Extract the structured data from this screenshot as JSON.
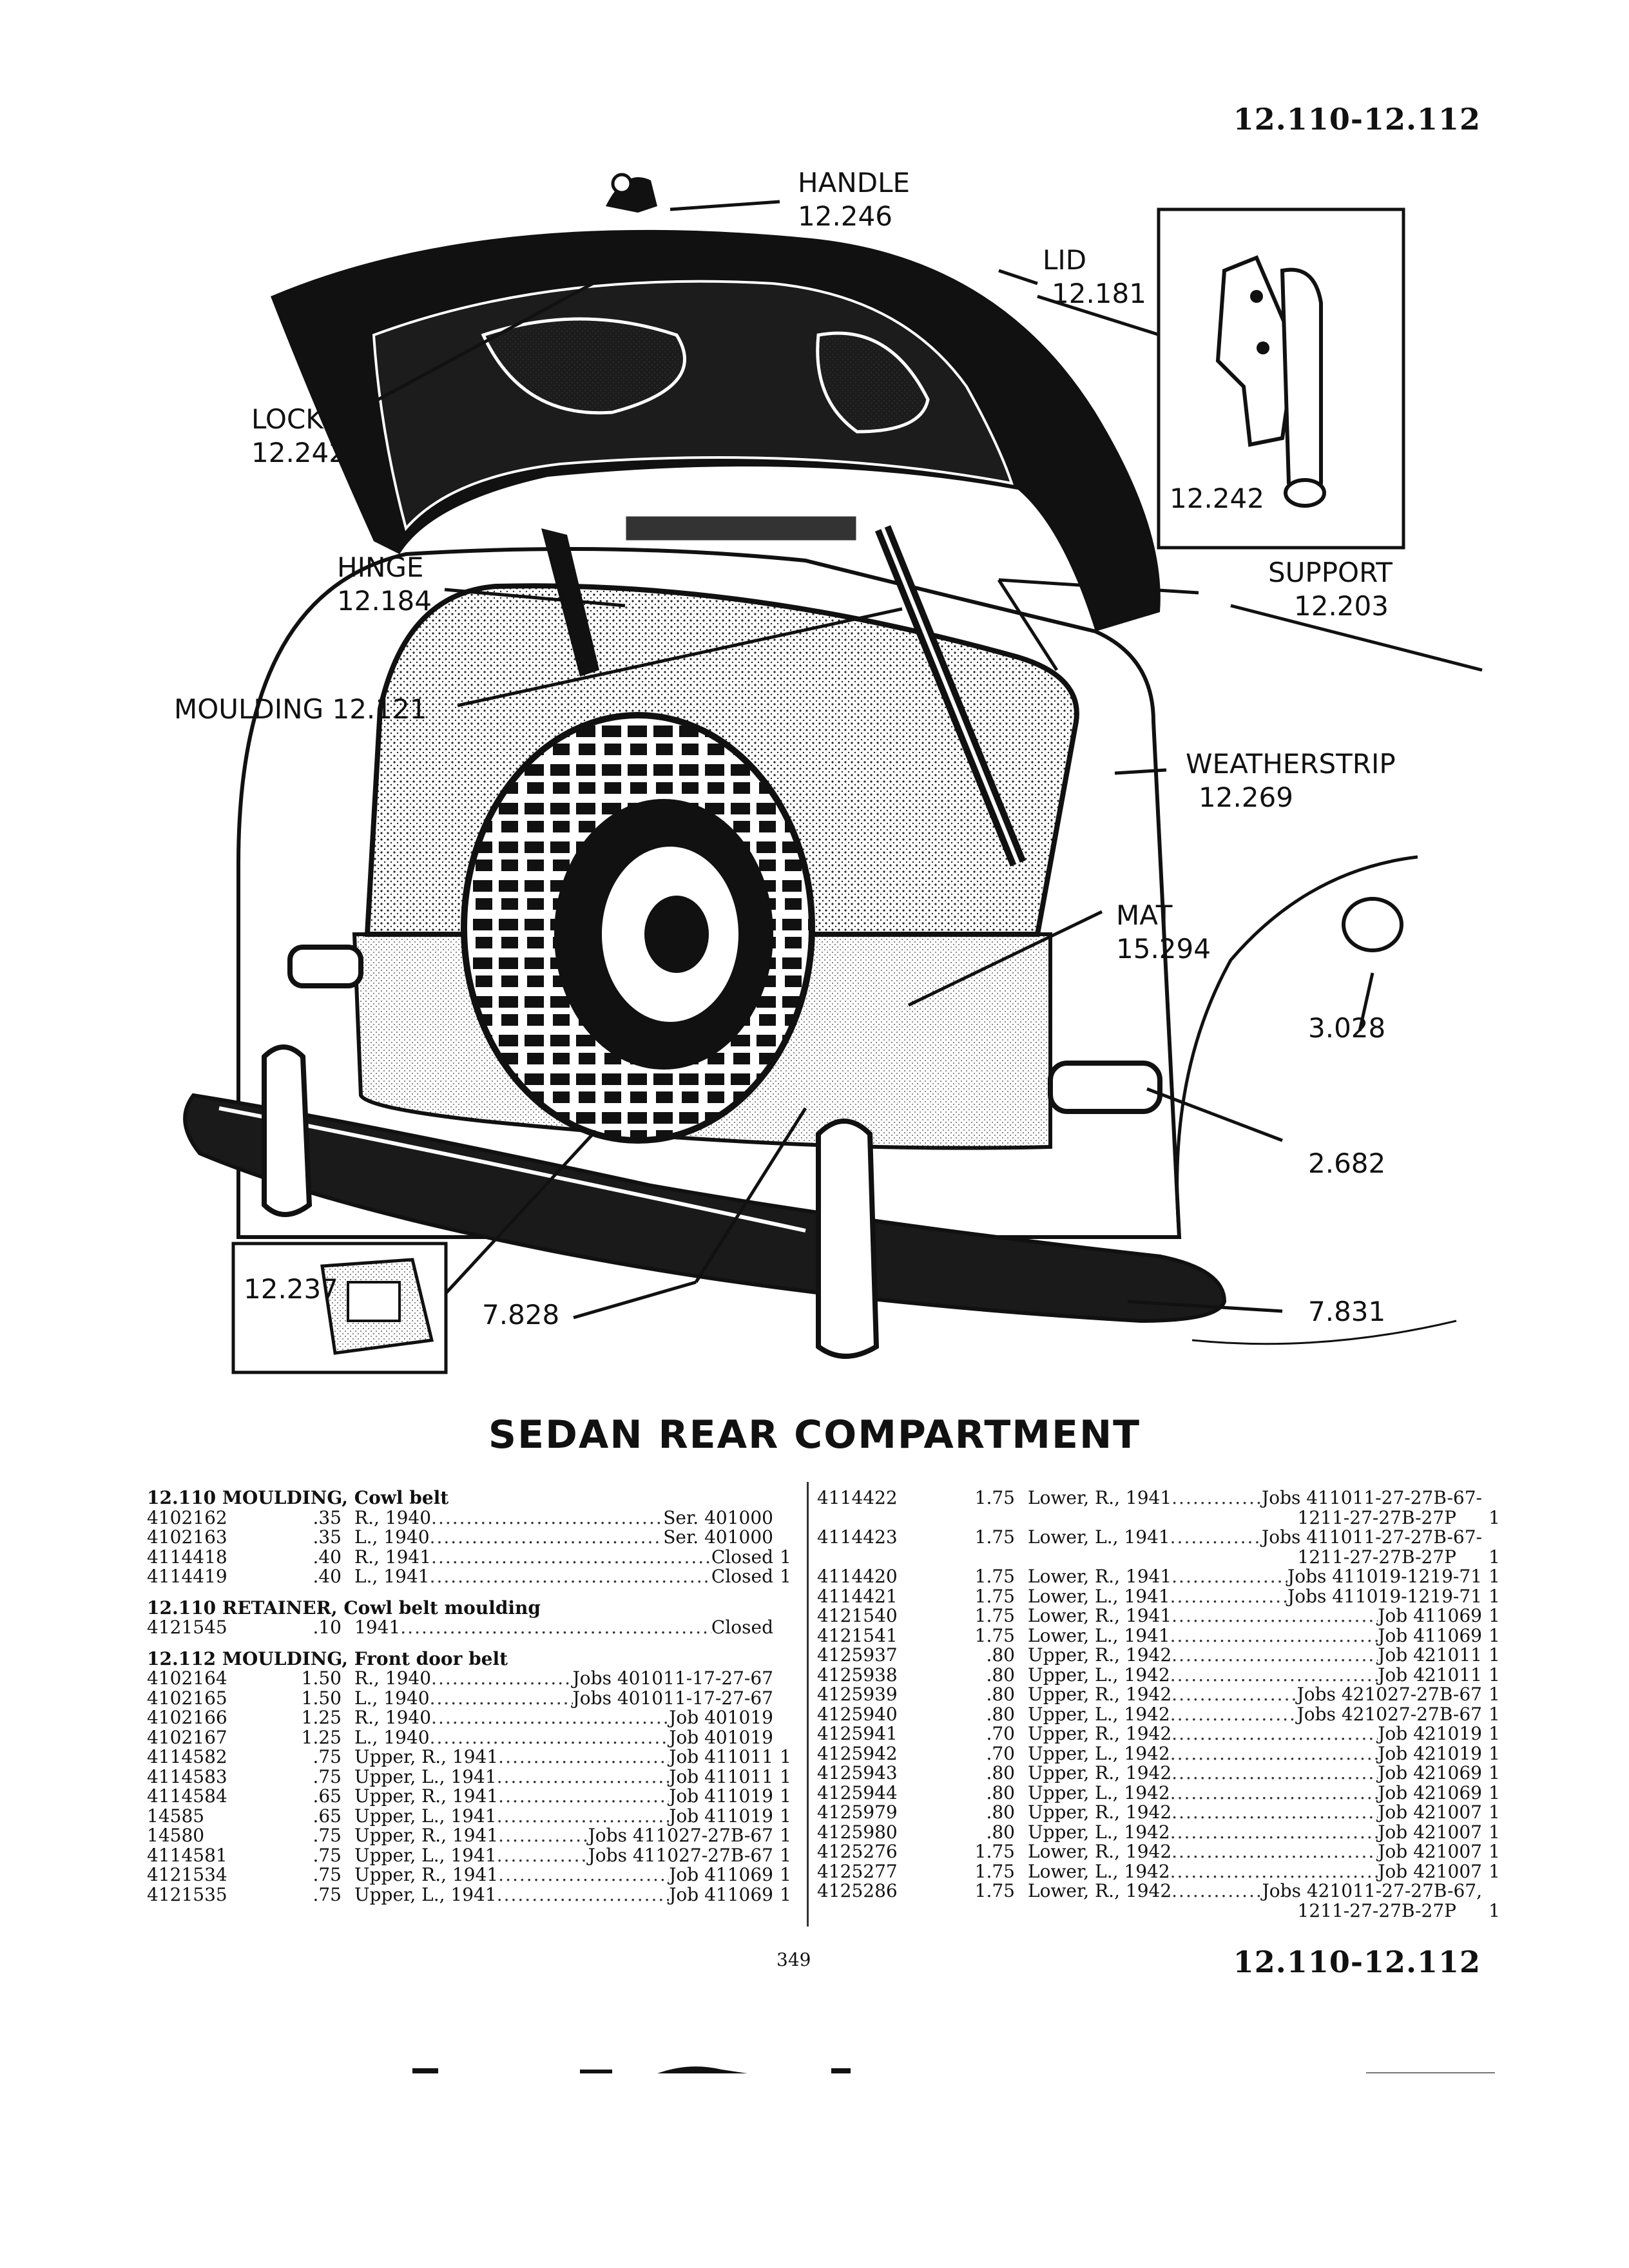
{
  "header": {
    "range_top": "12.110-12.112",
    "range_bottom": "12.110-12.112",
    "page_number": "349"
  },
  "figure": {
    "title": "SEDAN REAR COMPARTMENT",
    "callouts": {
      "handle": {
        "name": "HANDLE",
        "num": "12.246"
      },
      "lid": {
        "name": "LID",
        "num": "12.181"
      },
      "lock": {
        "name": "LOCK",
        "num": "12.242"
      },
      "hinge": {
        "name": "HINGE",
        "num": "12.184"
      },
      "moulding": {
        "text": "MOULDING 12.121"
      },
      "support": {
        "name": "SUPPORT",
        "num": "12.203"
      },
      "weatherstrip": {
        "name": "WEATHERSTRIP",
        "num": "12.269"
      },
      "mat": {
        "name": "MAT",
        "num": "15.294"
      },
      "lamp": {
        "num": "3.028"
      },
      "tail": {
        "num": "2.682"
      },
      "bumper_r": {
        "num": "7.831"
      },
      "bumper_l": {
        "num": "7.828"
      },
      "inset_lock": {
        "num": "12.242"
      },
      "inset_bumper": {
        "num": "12.237"
      }
    }
  },
  "left_column": [
    {
      "section": "12.110",
      "title": "MOULDING, Cowl belt",
      "rows": [
        {
          "pn": "4102162",
          "price": ".35",
          "desc": "R., 1940",
          "ref": "Ser. 401000",
          "qty": ""
        },
        {
          "pn": "4102163",
          "price": ".35",
          "desc": "L., 1940",
          "ref": "Ser. 401000",
          "qty": ""
        },
        {
          "pn": "4114418",
          "price": ".40",
          "desc": "R., 1941",
          "ref": "Closed",
          "qty": "1"
        },
        {
          "pn": "4114419",
          "price": ".40",
          "desc": "L., 1941",
          "ref": "Closed",
          "qty": "1"
        }
      ]
    },
    {
      "section": "12.110",
      "title": "RETAINER, Cowl belt moulding",
      "rows": [
        {
          "pn": "4121545",
          "price": ".10",
          "desc": "1941",
          "ref": "Closed",
          "qty": ""
        }
      ]
    },
    {
      "section": "12.112",
      "title": "MOULDING, Front door belt",
      "rows": [
        {
          "pn": "4102164",
          "price": "1.50",
          "desc": "R., 1940",
          "ref": "Jobs 401011-17-27-67",
          "qty": ""
        },
        {
          "pn": "4102165",
          "price": "1.50",
          "desc": "L., 1940",
          "ref": "Jobs 401011-17-27-67",
          "qty": ""
        },
        {
          "pn": "4102166",
          "price": "1.25",
          "desc": "R., 1940",
          "ref": "Job 401019",
          "qty": ""
        },
        {
          "pn": "4102167",
          "price": "1.25",
          "desc": "L., 1940",
          "ref": "Job 401019",
          "qty": ""
        },
        {
          "pn": "4114582",
          "price": ".75",
          "desc": "Upper, R., 1941",
          "ref": "Job 411011",
          "qty": "1"
        },
        {
          "pn": "4114583",
          "price": ".75",
          "desc": "Upper, L., 1941",
          "ref": "Job 411011",
          "qty": "1"
        },
        {
          "pn": "4114584",
          "price": ".65",
          "desc": "Upper, R., 1941",
          "ref": "Job 411019",
          "qty": "1"
        },
        {
          "pn": "14585",
          "price": ".65",
          "desc": "Upper, L., 1941",
          "ref": "Job 411019",
          "qty": "1"
        },
        {
          "pn": "14580",
          "price": ".75",
          "desc": "Upper, R., 1941",
          "ref": "Jobs 411027-27B-67",
          "qty": "1"
        },
        {
          "pn": "4114581",
          "price": ".75",
          "desc": "Upper, L., 1941",
          "ref": "Jobs 411027-27B-67",
          "qty": "1"
        },
        {
          "pn": "4121534",
          "price": ".75",
          "desc": "Upper, R., 1941",
          "ref": "Job 411069",
          "qty": "1"
        },
        {
          "pn": "4121535",
          "price": ".75",
          "desc": "Upper, L., 1941",
          "ref": "Job 411069",
          "qty": "1"
        }
      ]
    }
  ],
  "right_column": [
    {
      "pn": "4114422",
      "price": "1.75",
      "desc": "Lower, R., 1941",
      "ref": "Jobs 411011-27-27B-67-",
      "cont": "1211-27-27B-27P",
      "qty": "1"
    },
    {
      "pn": "4114423",
      "price": "1.75",
      "desc": "Lower, L., 1941",
      "ref": "Jobs 411011-27-27B-67-",
      "cont": "1211-27-27B-27P",
      "qty": "1"
    },
    {
      "pn": "4114420",
      "price": "1.75",
      "desc": "Lower, R., 1941",
      "ref": "Jobs 411019-1219-71",
      "qty": "1"
    },
    {
      "pn": "4114421",
      "price": "1.75",
      "desc": "Lower, L., 1941",
      "ref": "Jobs 411019-1219-71",
      "qty": "1"
    },
    {
      "pn": "4121540",
      "price": "1.75",
      "desc": "Lower, R., 1941",
      "ref": "Job 411069",
      "qty": "1"
    },
    {
      "pn": "4121541",
      "price": "1.75",
      "desc": "Lower, L., 1941",
      "ref": "Job 411069",
      "qty": "1"
    },
    {
      "pn": "4125937",
      "price": ".80",
      "desc": "Upper, R., 1942",
      "ref": "Job 421011",
      "qty": "1"
    },
    {
      "pn": "4125938",
      "price": ".80",
      "desc": "Upper, L., 1942",
      "ref": "Job 421011",
      "qty": "1"
    },
    {
      "pn": "4125939",
      "price": ".80",
      "desc": "Upper, R., 1942",
      "ref": "Jobs 421027-27B-67",
      "qty": "1"
    },
    {
      "pn": "4125940",
      "price": ".80",
      "desc": "Upper, L., 1942",
      "ref": "Jobs 421027-27B-67",
      "qty": "1"
    },
    {
      "pn": "4125941",
      "price": ".70",
      "desc": "Upper, R., 1942",
      "ref": "Job 421019",
      "qty": "1"
    },
    {
      "pn": "4125942",
      "price": ".70",
      "desc": "Upper, L., 1942",
      "ref": "Job 421019",
      "qty": "1"
    },
    {
      "pn": "4125943",
      "price": ".80",
      "desc": "Upper, R., 1942",
      "ref": "Job 421069",
      "qty": "1"
    },
    {
      "pn": "4125944",
      "price": ".80",
      "desc": "Upper, L., 1942",
      "ref": "Job 421069",
      "qty": "1"
    },
    {
      "pn": "4125979",
      "price": ".80",
      "desc": "Upper, R., 1942",
      "ref": "Job 421007",
      "qty": "1"
    },
    {
      "pn": "4125980",
      "price": ".80",
      "desc": "Upper, L., 1942",
      "ref": "Job 421007",
      "qty": "1"
    },
    {
      "pn": "4125276",
      "price": "1.75",
      "desc": "Lower, R., 1942",
      "ref": "Job 421007",
      "qty": "1"
    },
    {
      "pn": "4125277",
      "price": "1.75",
      "desc": "Lower, L., 1942",
      "ref": "Job 421007",
      "qty": "1"
    },
    {
      "pn": "4125286",
      "price": "1.75",
      "desc": "Lower, R., 1942",
      "ref": "Jobs 421011-27-27B-67,",
      "cont": "1211-27-27B-27P",
      "qty": "1"
    }
  ]
}
